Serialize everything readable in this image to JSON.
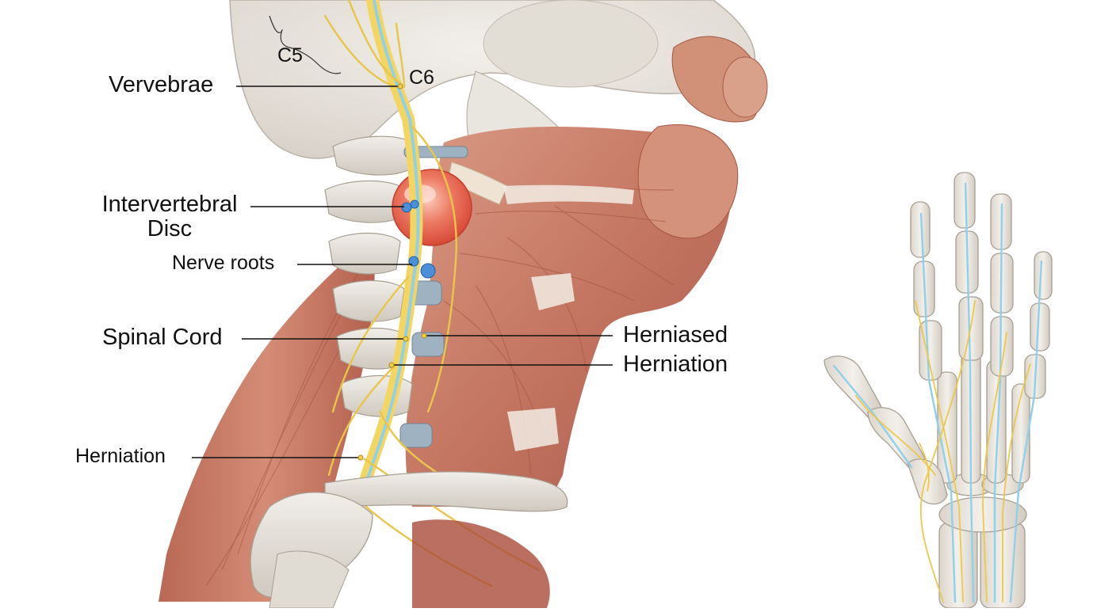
{
  "labels": {
    "c5": "C5",
    "c6": "C6",
    "vervebrae": "Vervebrae",
    "intervertebral_disc_line1": "Intervertebral",
    "intervertebral_disc_line2": "Disc",
    "nerve_roots": "Nerve roots",
    "spinal_cord": "Spinal Cord",
    "herniased": "Herniased",
    "herniation_right": "Herniation",
    "herniation_left": "Herniation"
  },
  "colors": {
    "muscle": "#c9806a",
    "muscle_dark": "#a5533f",
    "bone": "#e7e3dc",
    "bone_shadow": "#bdb6ab",
    "nerve_yellow": "#f2cf4a",
    "nerve_blue": "#8fd0ea",
    "disc_red": "#e8604d",
    "leader_line": "#111111"
  },
  "icons": [
    "spine-illustration",
    "hand-illustration"
  ]
}
